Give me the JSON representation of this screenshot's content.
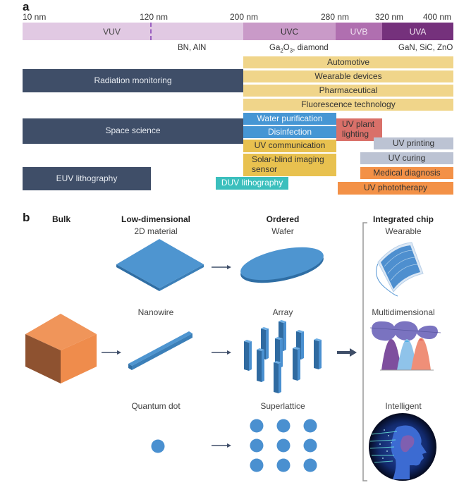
{
  "panel_a": {
    "letter": "a",
    "wavelength_ticks": [
      "10 nm",
      "120 nm",
      "200 nm",
      "280 nm",
      "320 nm",
      "400 nm"
    ],
    "bands": [
      {
        "label": "VUV",
        "color": "#e1c9e3"
      },
      {
        "label": "UVC",
        "color": "#c99ac8"
      },
      {
        "label": "UVB",
        "color": "#b06fb0"
      },
      {
        "label": "UVA",
        "color": "#75317c"
      }
    ],
    "materials": {
      "vuv": "BN, AlN",
      "uvc_prefix": "Ga",
      "uvc_sub1": "2",
      "uvc_mid": "O",
      "uvc_sub2": "3",
      "uvc_suffix": ", diamond",
      "uva": "GaN, SiC, ZnO"
    },
    "applications": [
      {
        "label": "Radiation monitoring",
        "category": "dark"
      },
      {
        "label": "Space science",
        "category": "dark"
      },
      {
        "label": "EUV lithography",
        "category": "dark"
      },
      {
        "label": "Automotive",
        "category": "yellow"
      },
      {
        "label": "Wearable devices",
        "category": "yellow"
      },
      {
        "label": "Pharmaceutical",
        "category": "yellow"
      },
      {
        "label": "Fluorescence technology",
        "category": "yellow"
      },
      {
        "label": "Water purification",
        "category": "blue"
      },
      {
        "label": "Disinfection",
        "category": "blue"
      },
      {
        "label": "UV communication",
        "category": "mustard"
      },
      {
        "label": "Solar-blind imaging sensor",
        "category": "mustard"
      },
      {
        "label": "DUV lithography",
        "category": "teal"
      },
      {
        "label": "UV plant lighting",
        "category": "red"
      },
      {
        "label": "UV printing",
        "category": "grey"
      },
      {
        "label": "UV curing",
        "category": "grey"
      },
      {
        "label": "Medical diagnosis",
        "category": "orange"
      },
      {
        "label": "UV phototherapy",
        "category": "orange"
      }
    ],
    "colors": {
      "dark": "#3f4e68",
      "yellow": "#f0d58a",
      "mustard": "#e8c14f",
      "blue": "#4696d4",
      "red": "#d97069",
      "grey": "#bcc3d3",
      "orange": "#f39147",
      "teal": "#3bbfbd"
    }
  },
  "panel_b": {
    "letter": "b",
    "columns": {
      "bulk": "Bulk",
      "low_dimensional": "Low-dimensional",
      "ordered": "Ordered",
      "integrated_chip": "Integrated chip"
    },
    "low_dimensional_items": [
      "2D material",
      "Nanowire",
      "Quantum dot"
    ],
    "ordered_items": [
      "Wafer",
      "Array",
      "Superlattice"
    ],
    "integrated_items": [
      "Wearable",
      "Multidimensional",
      "Intelligent"
    ],
    "colors": {
      "structure_blue": "#4a90d0",
      "bulk_orange": "#ef8c4c",
      "arrow": "#3f4e68"
    }
  }
}
